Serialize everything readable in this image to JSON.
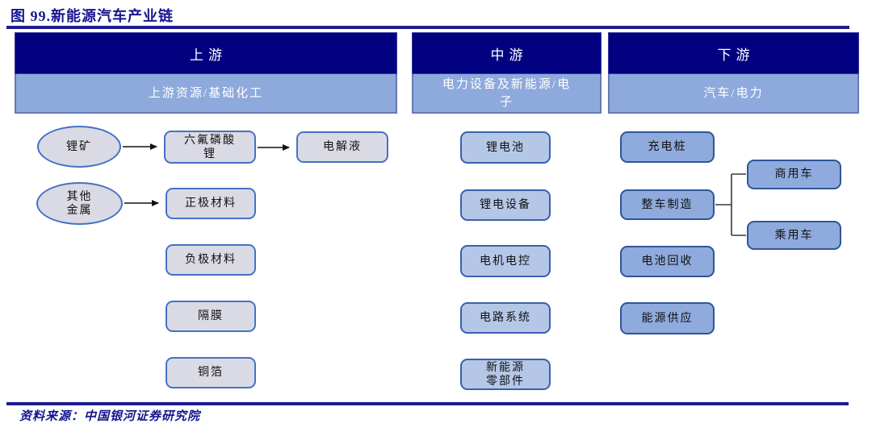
{
  "figure": {
    "title": "图 99.新能源汽车产业链",
    "source": "资料来源：中国银河证券研究院"
  },
  "columns": {
    "upstream": {
      "header": "上游",
      "subheader": "上游资源/基础化工"
    },
    "midstream": {
      "header": "中游",
      "subheader": "电力设备及新能源/电子"
    },
    "downstream": {
      "header": "下游",
      "subheader": "汽车/电力"
    }
  },
  "nodes": {
    "lithium_ore": "锂矿",
    "other_metals": "其他金属",
    "lipf6": "六氟磷酸锂",
    "electrolyte": "电解液",
    "cathode_material": "正极材料",
    "anode_material": "负极材料",
    "separator": "隔膜",
    "copper_foil": "铜箔",
    "lithium_battery": "锂电池",
    "lithium_battery_equipment": "锂电设备",
    "motor_and_control": "电机电控",
    "circuit_system": "电路系统",
    "nev_components": "新能源零部件",
    "charging_pile": "充电桩",
    "vehicle_manufacturing": "整车制造",
    "commercial_vehicle": "商用车",
    "passenger_vehicle": "乘用车",
    "battery_recycling": "电池回收",
    "energy_supply": "能源供应"
  },
  "colors": {
    "navy_text": "#16168F",
    "header_bg": "#020280",
    "subheader_bg": "#8EA9DB",
    "upstream_fill": "#DADAE5",
    "upstream_border": "#4472C4",
    "midstream_fill": "#B4C7E7",
    "downstream_fill": "#8FAADC",
    "dark_node_border": "#2F5597"
  }
}
